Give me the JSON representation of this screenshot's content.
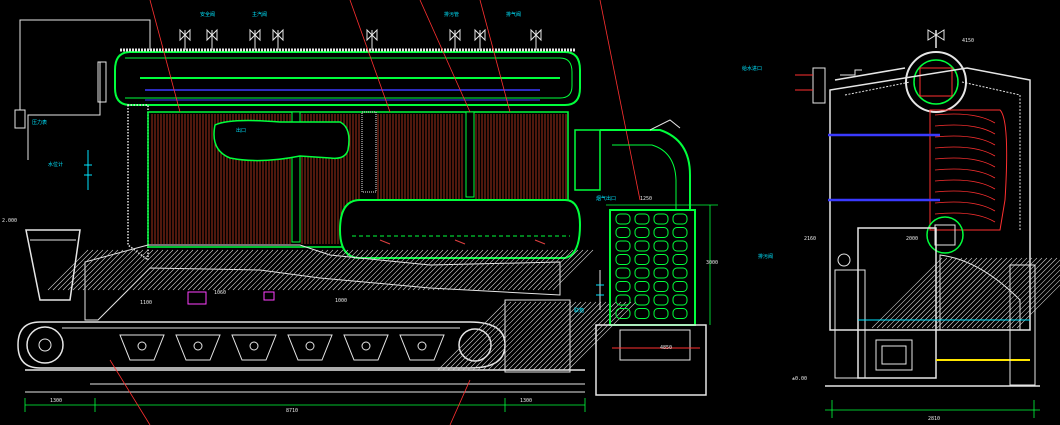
{
  "drawing": {
    "title": "",
    "labels": {
      "top_vent": "安全阀",
      "top_valve": "主汽阀",
      "top_right_1": "排污管",
      "top_right_2": "排气阀",
      "left_pipe": "压力表",
      "left_gauge": "水位计",
      "dim_bottom_left": "1300",
      "dim_bottom_mid": "8710",
      "dim_bottom_right": "1300",
      "econ_top": "1250",
      "econ_side": "3000",
      "econ_bottom": "4850",
      "left_level": "2.000",
      "furnace_1": "1100",
      "furnace_2": "1060",
      "lower_left": "1000",
      "right_top": "4150",
      "right_level_1": "2160",
      "right_level_2": "2000",
      "right_bottom": "±0.00",
      "right_width": "2810",
      "right_label_1": "给水进口",
      "right_label_2": "排污阀",
      "drum_inner_1": "烟气出口",
      "drum_inner_2": "联箱",
      "drum_inner_3": "出口"
    }
  }
}
